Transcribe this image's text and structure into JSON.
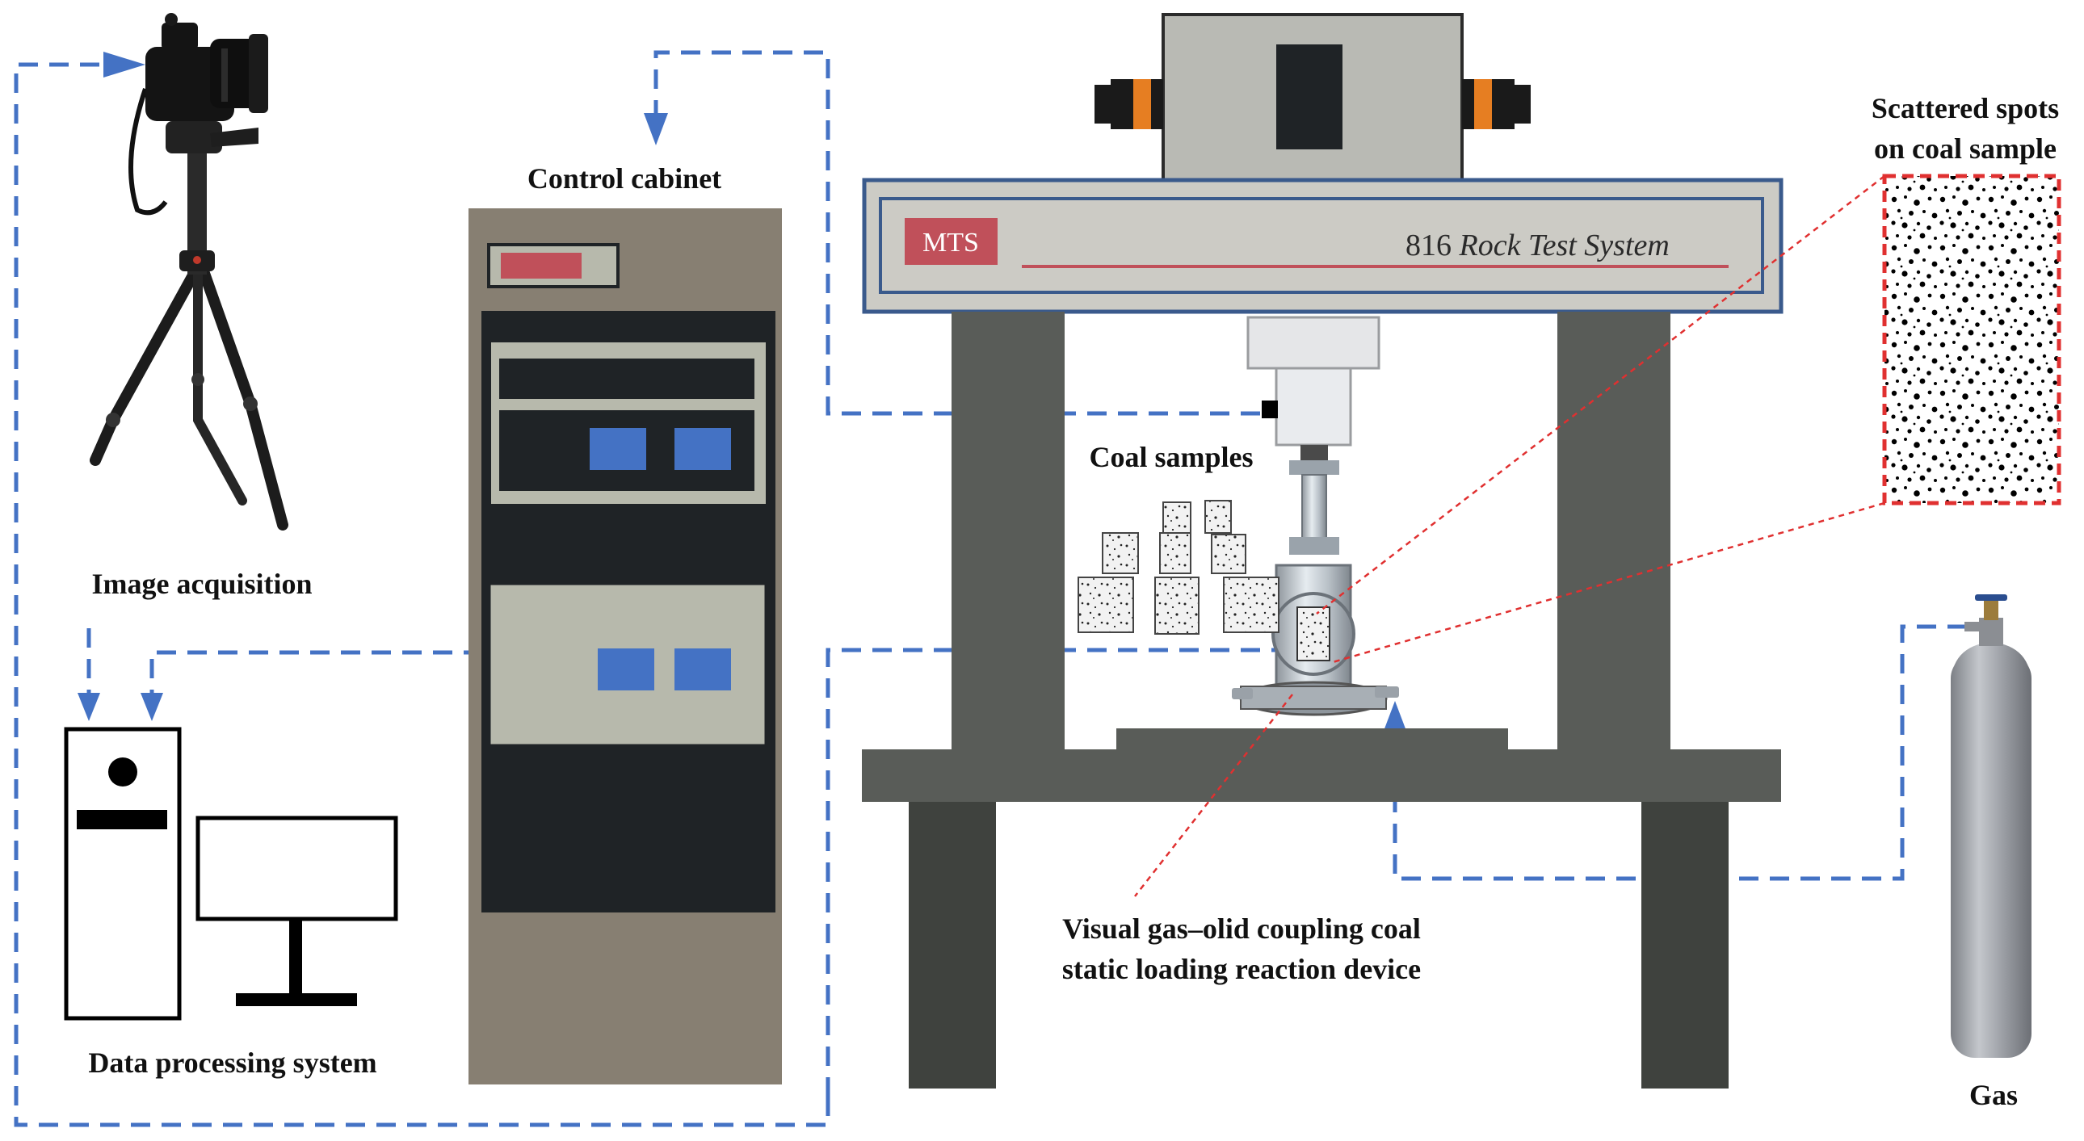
{
  "labels": {
    "control_cabinet": "Control cabinet",
    "image_acquisition": "Image acquisition",
    "data_processing": "Data processing system",
    "coal_samples": "Coal samples",
    "scattered_line1": "Scattered spots",
    "scattered_line2": "on coal sample",
    "device_line1": "Visual gas–olid coupling coal",
    "device_line2": "static loading reaction device",
    "gas": "Gas"
  },
  "mts": {
    "badge": "MTS",
    "model_number": "816 ",
    "model_name": "Rock Test System"
  },
  "colors": {
    "frame_gray": "#595c58",
    "cabinet_body": "#877f72",
    "cabinet_panel": "#1f2326",
    "panel_light": "#b7b9ac",
    "button_blue": "#4472c4",
    "display_red": "#c0505a",
    "arrow_blue": "#4472c4",
    "marker_red": "#e03030",
    "cylinder_gray": "#9ea1a6",
    "beam_fill": "#cccbc5",
    "beam_border": "#3a5a8c"
  },
  "icons": [
    "camera-tripod-icon",
    "computer-tower-icon",
    "monitor-icon",
    "gas-cylinder-icon",
    "coal-sample-icon",
    "reaction-device-icon"
  ]
}
